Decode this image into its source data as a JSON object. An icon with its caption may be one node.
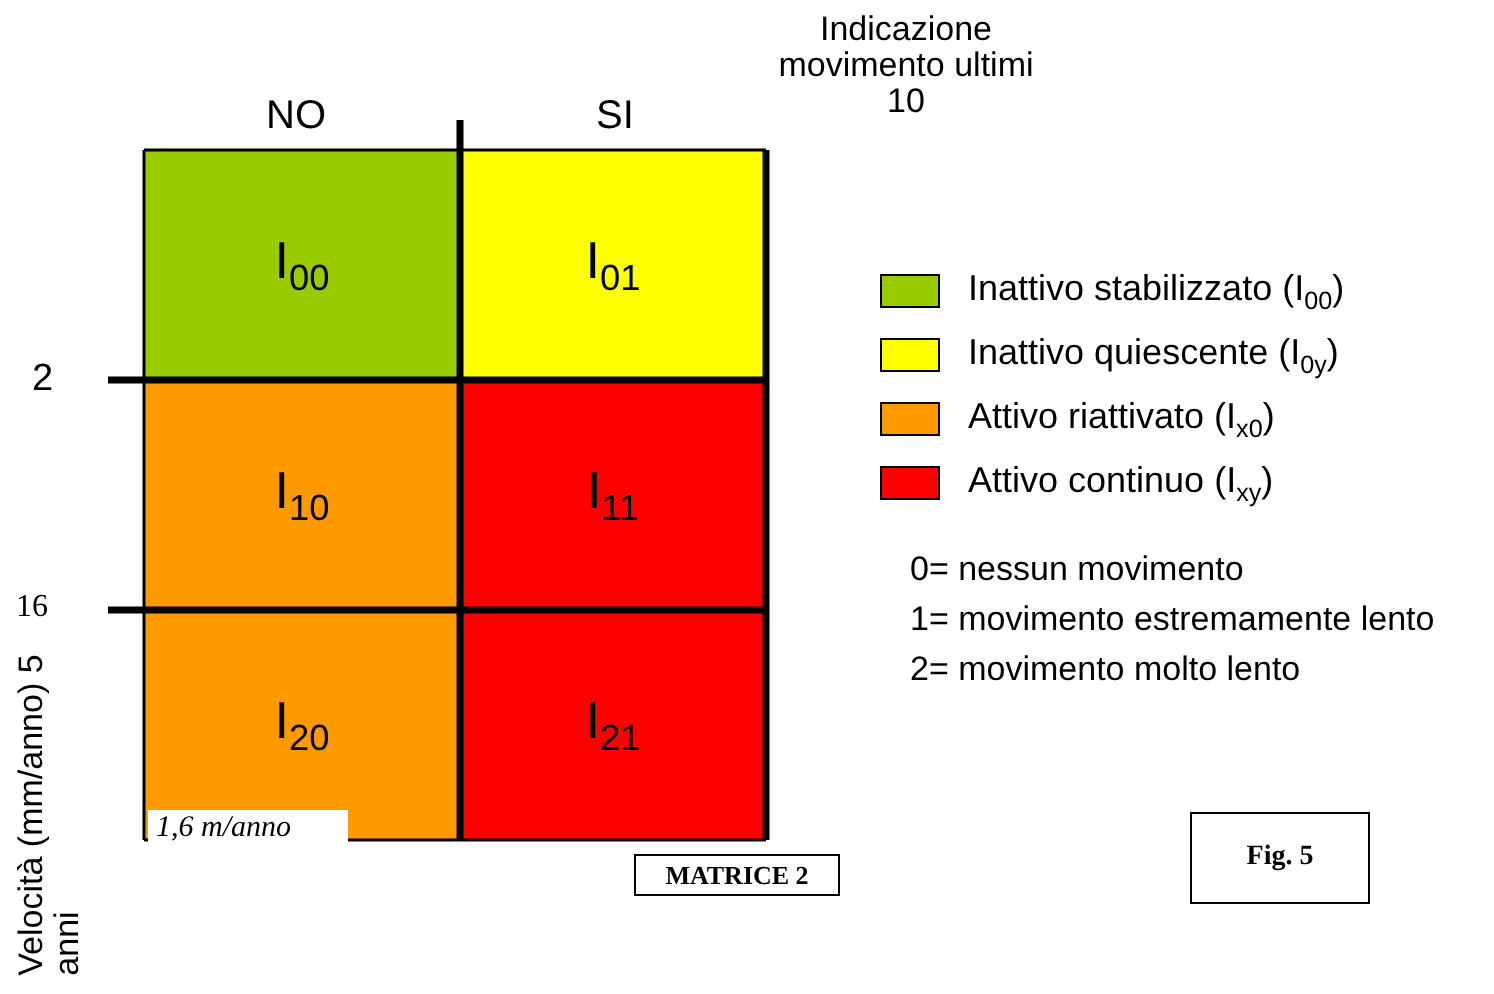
{
  "diagram": {
    "caption": "Fig. 5",
    "nodes": [
      {
        "text": [
          "I$_{00}$"
        ]
      },
      {
        "text": [
          "I$_{01}$"
        ]
      },
      {
        "text": [
          "I$_{10}$"
        ]
      },
      {
        "text": [
          "I$_{11}$"
        ]
      },
      {
        "text": [
          "I$_{20}$"
        ]
      },
      {
        "text": [
          "I$_{21}$"
        ]
      },
      {
        "text": [
          "MATRICE 2"
        ]
      }
    ],
    "edges": [],
    "labels": [
      "Indicazione movimento ultimi 10",
      "NO",
      "SI",
      "2",
      "16",
      "0= nessun movimento",
      "1= movimento estremamente lento",
      "2= movimento molto lento",
      "1,6 m/anno",
      "Velocità (mm/anno) 5 anni"
    ],
    "legend": [
      {
        "text": "Inattivo stabilizzato (I$_{00}$)",
        "color": "#99cc00"
      },
      {
        "text": "Inattivo quiescente (I$_{0y}$)",
        "color": "#ffff00"
      },
      {
        "text": "Attivo riattivato (I$_{x0}$)",
        "color": "#ff9900"
      },
      {
        "text": "Attivo continuo (I$_{xy}$)",
        "color": "#ff0000"
      }
    ]
  }
}
